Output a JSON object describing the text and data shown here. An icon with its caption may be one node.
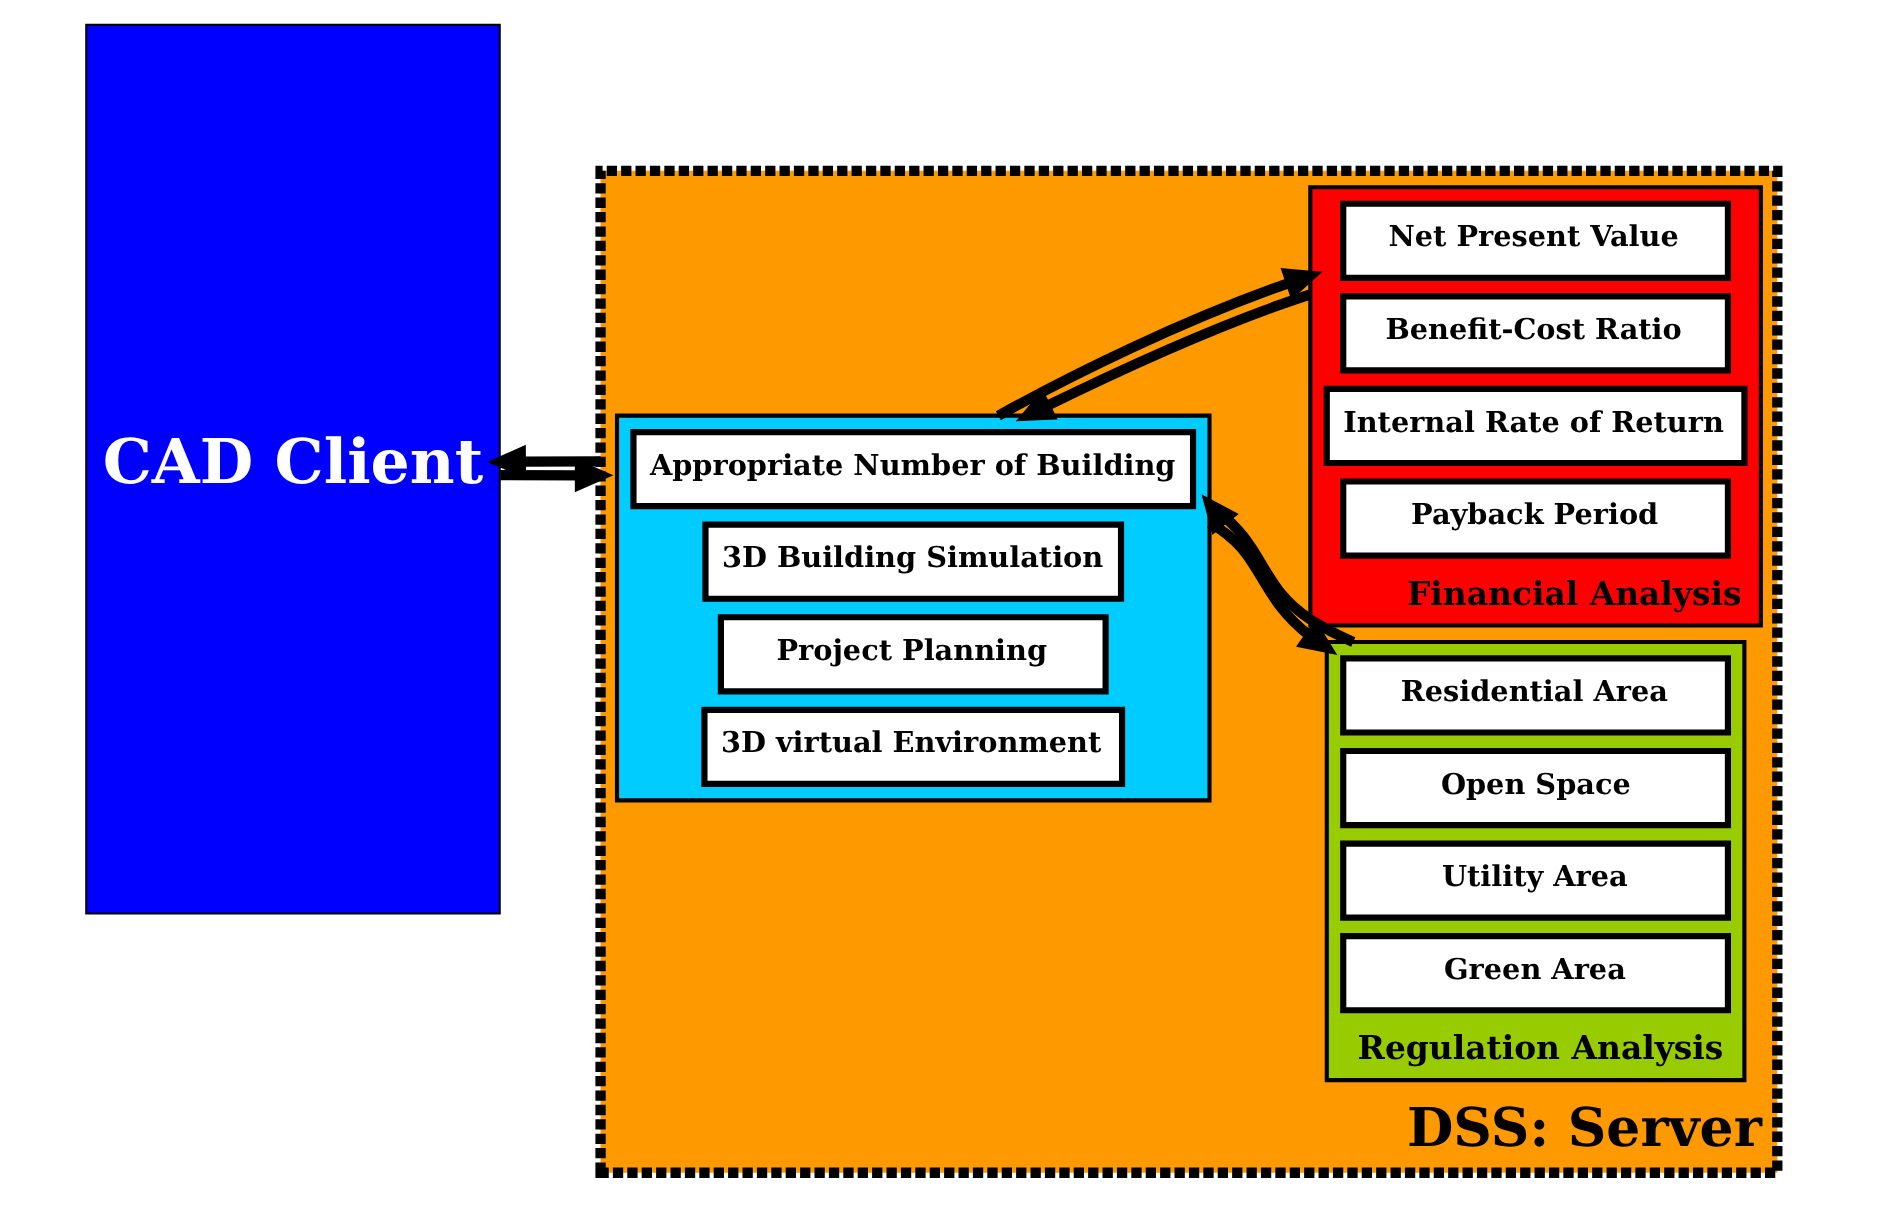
{
  "diagram": {
    "nodes": [
      {
        "text": [
          "CAD Client"
        ]
      },
      {
        "text": [
          "DSS: Server"
        ]
      },
      {
        "text": [],
        "shape": "box",
        "in": 1
      },
      {
        "text": [
          "Appropriate Number of Building"
        ],
        "in": 2
      },
      {
        "text": [
          "3D Building Simulation"
        ],
        "in": 2
      },
      {
        "text": [
          "Project Planning"
        ],
        "in": 2
      },
      {
        "text": [
          "3D virtual Environment"
        ],
        "in": 2
      },
      {
        "text": [
          "Financial Analysis"
        ],
        "in": 1
      },
      {
        "text": [
          "Net Present Value"
        ],
        "in": 7
      },
      {
        "text": [
          "Benefit-Cost Ratio"
        ],
        "in": 7
      },
      {
        "text": [
          "Internal Rate of Return"
        ],
        "in": 7
      },
      {
        "text": [
          "Payback Period"
        ],
        "in": 7
      },
      {
        "text": [
          "Regulation Analysis"
        ],
        "in": 1
      },
      {
        "text": [
          "Residential Area"
        ],
        "in": 12
      },
      {
        "text": [
          "Open Space"
        ],
        "in": 12
      },
      {
        "text": [
          "Utility Area"
        ],
        "in": 12
      },
      {
        "text": [
          "Green Area"
        ],
        "in": 12
      }
    ],
    "edges": [
      {
        "from": 0,
        "to": 1,
        "arrow": "to"
      },
      {
        "from": 7,
        "to": 2,
        "arrow": "to"
      },
      {
        "from": 2,
        "to": 7,
        "arrow": "to"
      },
      {
        "from": 2,
        "to": 12,
        "arrow": "to"
      },
      {
        "from": 12,
        "to": 2,
        "arrow": "to"
      },
      {
        "from": 1,
        "to": 0,
        "arrow": "to"
      }
    ]
  }
}
